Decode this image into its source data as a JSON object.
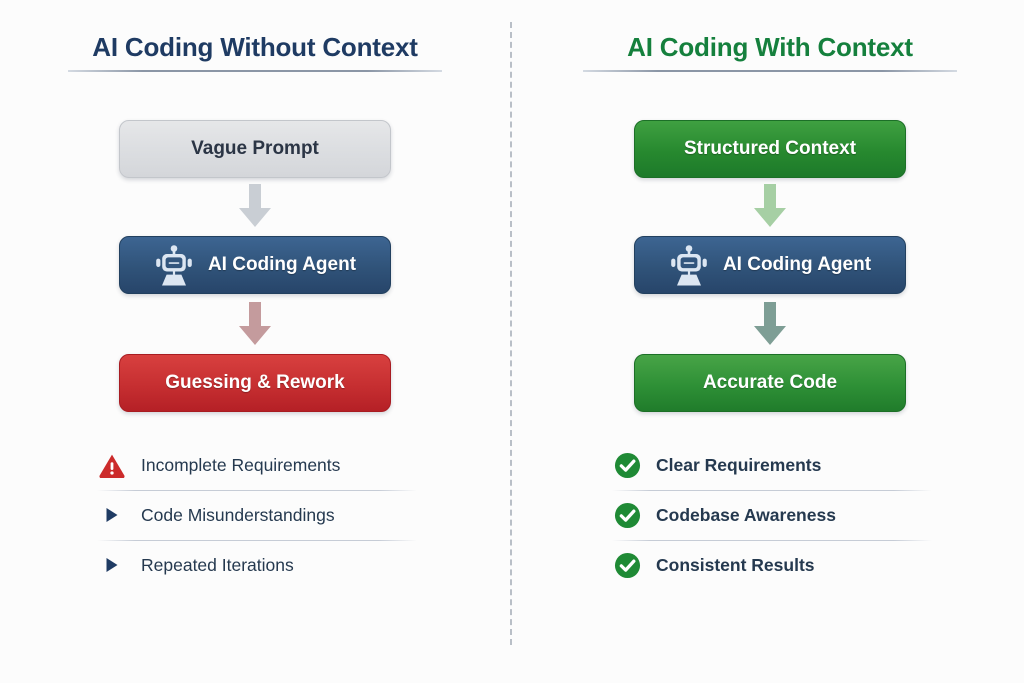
{
  "background_color": "#fcfcfc",
  "divider": {
    "style": "dashed-vertical",
    "color": "#b9bfc7"
  },
  "columns": [
    {
      "id": "without-context",
      "title": "AI Coding Without Context",
      "title_color": "#1f3b63",
      "flow": [
        {
          "label": "Vague Prompt",
          "style": "grey",
          "icon": null
        },
        {
          "label": "AI Coding Agent",
          "style": "agent",
          "icon": "robot-icon"
        },
        {
          "label": "Guessing & Rework",
          "style": "red",
          "icon": null
        }
      ],
      "arrows": [
        {
          "color": "#c9ced4",
          "name": "arrow-down-grey"
        },
        {
          "color": "#c49b9d",
          "name": "arrow-down-rose"
        }
      ],
      "list": [
        {
          "label": "Incomplete Requirements",
          "icon": "warning-triangle-icon",
          "icon_color": "#cc2b2b",
          "emphasis": "plain"
        },
        {
          "label": "Code Misunderstandings",
          "icon": "triangle-bullet-icon",
          "icon_color": "#1f3b63",
          "emphasis": "plain"
        },
        {
          "label": "Repeated Iterations",
          "icon": "triangle-bullet-icon",
          "icon_color": "#1f3b63",
          "emphasis": "plain"
        }
      ]
    },
    {
      "id": "with-context",
      "title": "AI Coding With Context",
      "title_color": "#15803d",
      "flow": [
        {
          "label": "Structured Context",
          "style": "green",
          "icon": null
        },
        {
          "label": "AI Coding Agent",
          "style": "agent",
          "icon": "robot-icon"
        },
        {
          "label": "Accurate Code",
          "style": "green-2",
          "icon": null
        }
      ],
      "arrows": [
        {
          "color": "#a6cfa4",
          "name": "arrow-down-light-green"
        },
        {
          "color": "#7e9e95",
          "name": "arrow-down-teal-green"
        }
      ],
      "list": [
        {
          "label": "Clear Requirements",
          "icon": "check-circle-icon",
          "icon_color": "#1f8a35",
          "emphasis": "strong"
        },
        {
          "label": "Codebase Awareness",
          "icon": "check-circle-icon",
          "icon_color": "#1f8a35",
          "emphasis": "strong"
        },
        {
          "label": "Consistent Results",
          "icon": "check-circle-icon",
          "icon_color": "#1f8a35",
          "emphasis": "strong"
        }
      ]
    }
  ]
}
